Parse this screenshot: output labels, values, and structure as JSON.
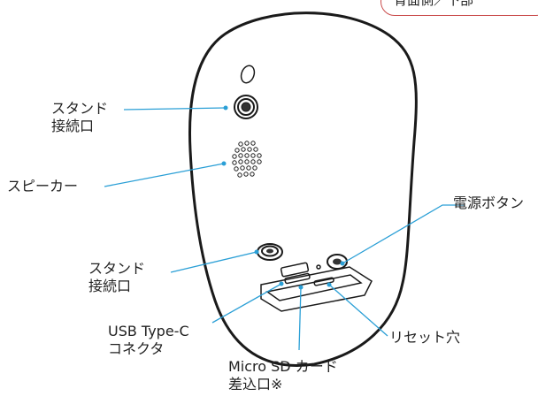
{
  "header": {
    "title": "背面側／下部"
  },
  "callouts": {
    "stand_top": [
      "スタンド",
      "接続口"
    ],
    "speaker": "スピーカー",
    "power": "電源ボタン",
    "stand_bottom": [
      "スタンド",
      "接続口"
    ],
    "usb": [
      "USB Type-C",
      "コネクタ"
    ],
    "reset": "リセット穴",
    "microsd": [
      "Micro SD カード",
      "差込口※"
    ]
  },
  "colors": {
    "leader": "#2a9fd6",
    "outline": "#1a1a1a",
    "header_border": "#c94a4a"
  }
}
